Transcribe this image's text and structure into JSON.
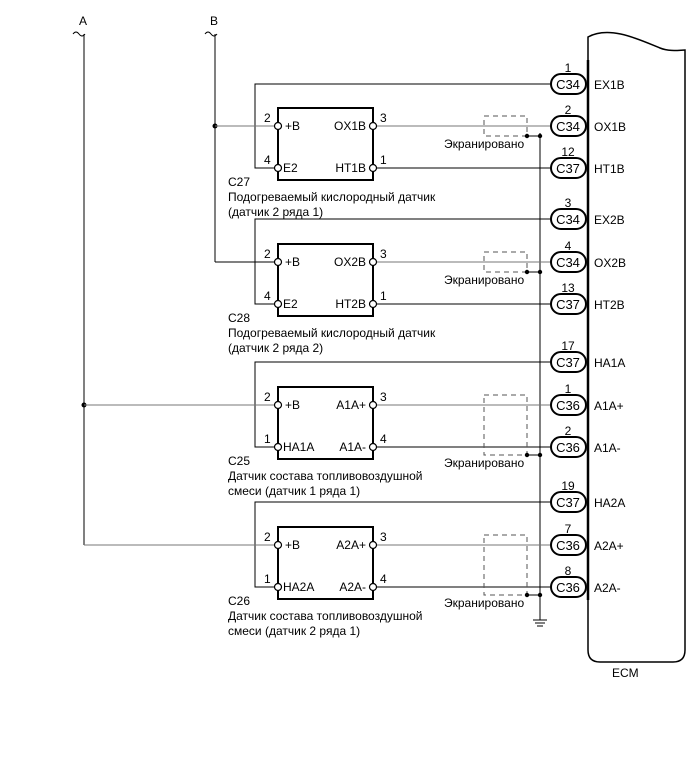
{
  "diagram": {
    "harness_labels": {
      "a": "A",
      "b": "B"
    },
    "shield_label": "Экранировано",
    "ecm": {
      "label": "ECM"
    },
    "sensors": [
      {
        "connector": "C27",
        "name_line1": "Подогреваемый кислородный датчик",
        "name_line2": "(датчик 2 ряда 1)",
        "pins": {
          "left_top": {
            "num": "2",
            "label": "+B"
          },
          "left_bottom": {
            "num": "4",
            "label": "E2"
          },
          "right_top": {
            "num": "3",
            "label": "OX1B"
          },
          "right_bottom": {
            "num": "1",
            "label": "HT1B"
          }
        }
      },
      {
        "connector": "C28",
        "name_line1": "Подогреваемый кислородный датчик",
        "name_line2": "(датчик 2 ряда 2)",
        "pins": {
          "left_top": {
            "num": "2",
            "label": "+B"
          },
          "left_bottom": {
            "num": "4",
            "label": "E2"
          },
          "right_top": {
            "num": "3",
            "label": "OX2B"
          },
          "right_bottom": {
            "num": "1",
            "label": "HT2B"
          }
        }
      },
      {
        "connector": "C25",
        "name_line1": "Датчик состава топливовоздушной",
        "name_line2": "смеси (датчик 1 ряда 1)",
        "pins": {
          "left_top": {
            "num": "2",
            "label": "+B"
          },
          "left_bottom": {
            "num": "1",
            "label": "HA1A"
          },
          "right_top": {
            "num": "3",
            "label": "A1A+"
          },
          "right_bottom": {
            "num": "4",
            "label": "A1A-"
          }
        }
      },
      {
        "connector": "C26",
        "name_line1": "Датчик состава топливовоздушной",
        "name_line2": "смеси (датчик 2 ряда 1)",
        "pins": {
          "left_top": {
            "num": "2",
            "label": "+B"
          },
          "left_bottom": {
            "num": "1",
            "label": "HA2A"
          },
          "right_top": {
            "num": "3",
            "label": "A2A+"
          },
          "right_bottom": {
            "num": "4",
            "label": "A2A-"
          }
        }
      }
    ],
    "ecm_terminals": [
      {
        "pin": "1",
        "connector": "C34",
        "signal": "EX1B"
      },
      {
        "pin": "2",
        "connector": "C34",
        "signal": "OX1B"
      },
      {
        "pin": "12",
        "connector": "C37",
        "signal": "HT1B"
      },
      {
        "pin": "3",
        "connector": "C34",
        "signal": "EX2B"
      },
      {
        "pin": "4",
        "connector": "C34",
        "signal": "OX2B"
      },
      {
        "pin": "13",
        "connector": "C37",
        "signal": "HT2B"
      },
      {
        "pin": "17",
        "connector": "C37",
        "signal": "HA1A"
      },
      {
        "pin": "1",
        "connector": "C36",
        "signal": "A1A+"
      },
      {
        "pin": "2",
        "connector": "C36",
        "signal": "A1A-"
      },
      {
        "pin": "19",
        "connector": "C37",
        "signal": "HA2A"
      },
      {
        "pin": "7",
        "connector": "C36",
        "signal": "A2A+"
      },
      {
        "pin": "8",
        "connector": "C36",
        "signal": "A2A-"
      }
    ]
  }
}
